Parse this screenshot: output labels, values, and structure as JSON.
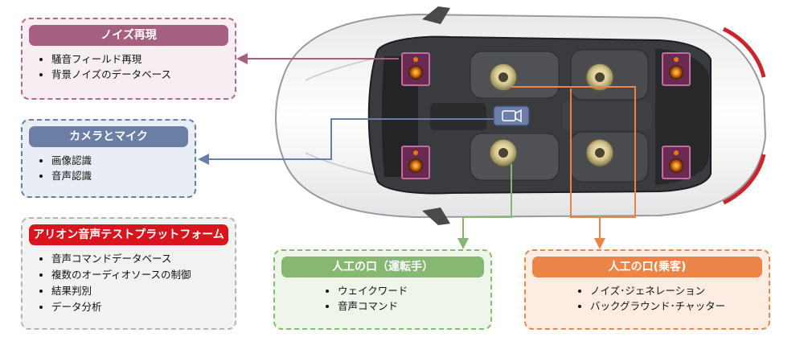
{
  "noise": {
    "title": "ノイズ再現",
    "items": [
      "騒音フィールド再現",
      "背景ノイズのデータベース"
    ]
  },
  "camera": {
    "title": "カメラとマイク",
    "items": [
      "画像認識",
      "音声認識"
    ]
  },
  "platform": {
    "title": "アリオン音声テストプラットフォーム",
    "items": [
      "音声コマンドデータベース",
      "複数のオーディオソースの制御",
      "結果判別",
      "データ分析"
    ]
  },
  "driver": {
    "title": "人工の口（運転手）",
    "items": [
      "ウェイクワード",
      "音声コマンド"
    ]
  },
  "passenger": {
    "title": "人工の口(乗客)",
    "items": [
      "ノイズ･ジェネレーション",
      "バックグラウンド･チャッター"
    ]
  },
  "colors": {
    "noise": "#a5607f",
    "camera": "#6b7fa6",
    "platform": "#d8141c",
    "driver": "#86b872",
    "passenger": "#ea8447"
  },
  "icons": {
    "speaker": "speaker-icon",
    "mouth": "artificial-mouth-icon",
    "camera": "camera-icon"
  }
}
